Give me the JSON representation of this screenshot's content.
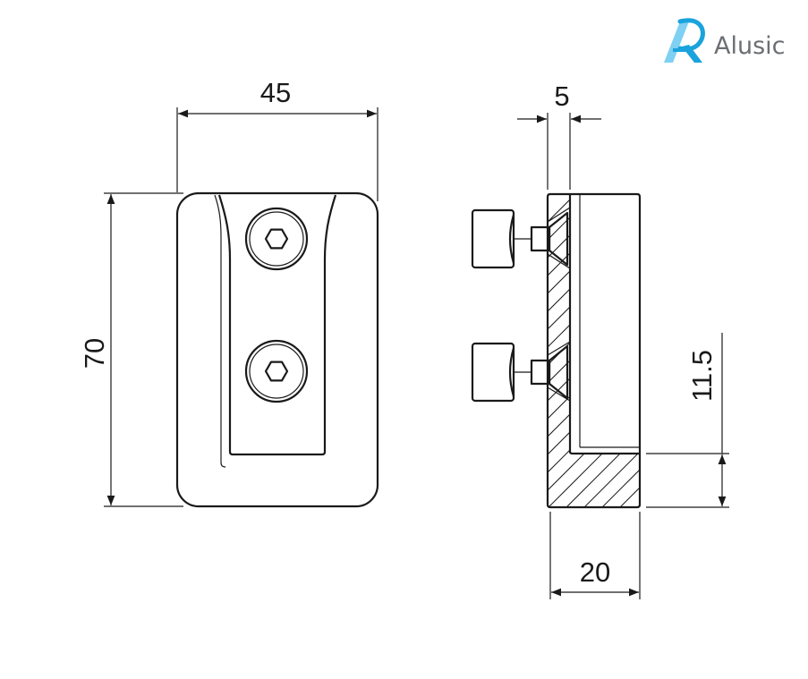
{
  "brand": {
    "name": "Alusic",
    "logo_colors": {
      "primary": "#1aa3dc",
      "light": "#7fd0f2"
    },
    "text_color": "#6b6f73"
  },
  "dimensions": {
    "width_front": "45",
    "height_front": "70",
    "plate_thickness": "5",
    "side_depth": "20",
    "bottom_thickness": "11.5"
  },
  "icons": [
    "hex-socket-icon",
    "hex-socket-icon"
  ],
  "colors": {
    "line": "#1a1a1a",
    "background": "#ffffff"
  }
}
